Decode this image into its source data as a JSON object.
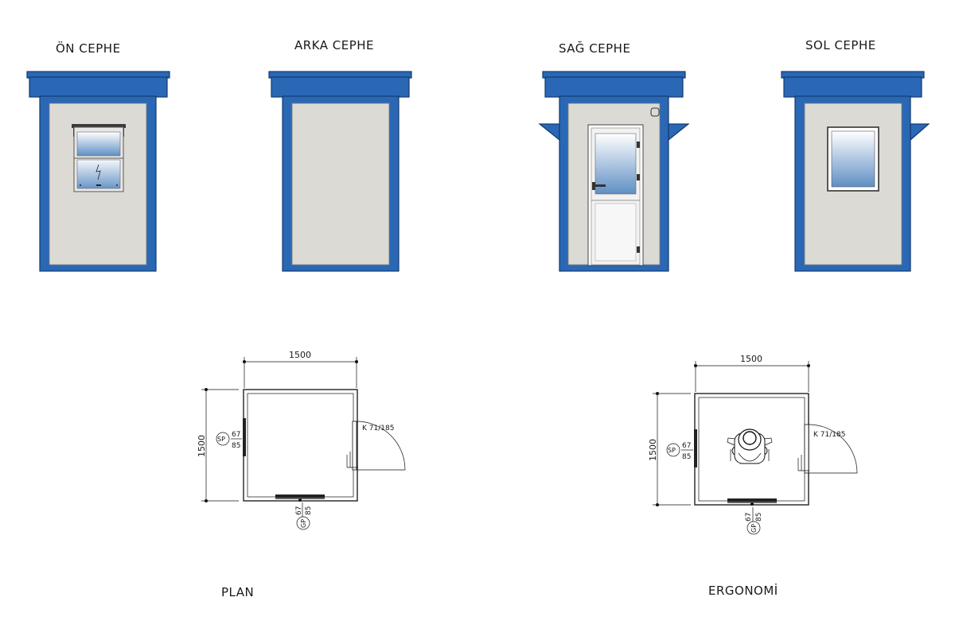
{
  "elevations": {
    "front": "ÖN CEPHE",
    "back": "ARKA CEPHE",
    "right": "SAĞ CEPHE",
    "left": "SOL CEPHE"
  },
  "plans": {
    "plan_title": "PLAN",
    "ergonomy_title": "ERGONOMİ",
    "width_dim": "1500",
    "height_dim": "1500",
    "door_tag": "K 71/185",
    "side_window_code": "SP",
    "bottom_window_code": "GP",
    "window_num": "67",
    "window_den": "85"
  },
  "colors": {
    "frame_blue": "#2a68b5",
    "panel_grey": "#dcdad4",
    "line": "#111111"
  }
}
